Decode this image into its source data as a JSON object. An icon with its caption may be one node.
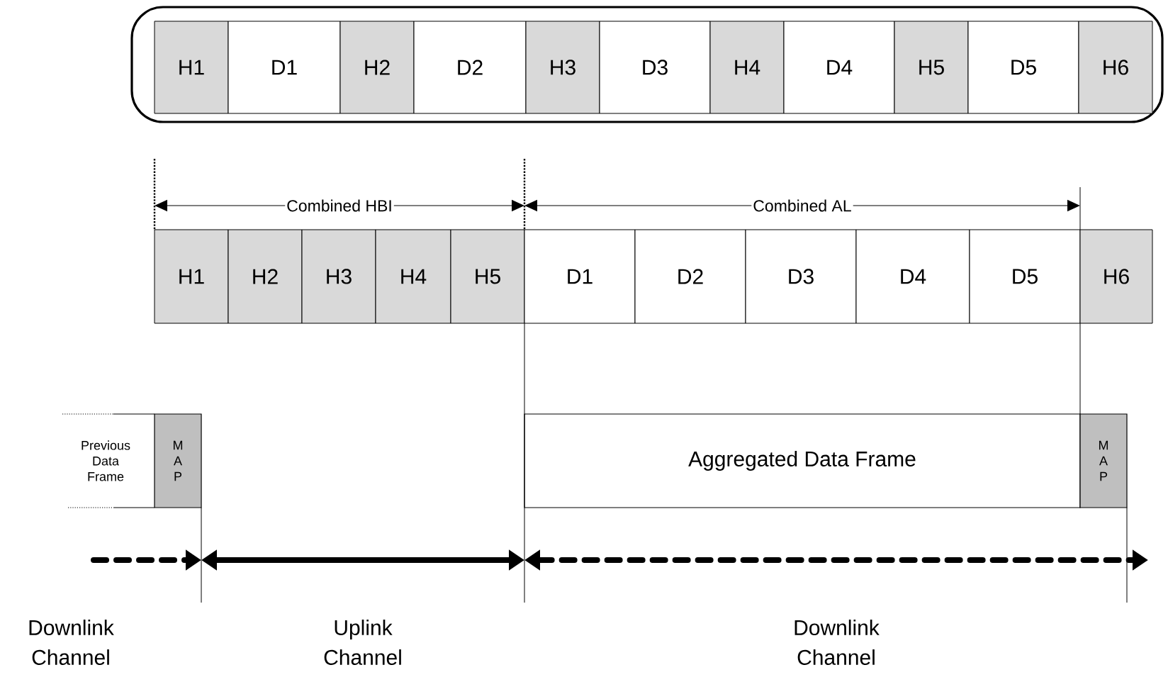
{
  "diagram": {
    "nodes": [
      {
        "text": [],
        "shape": "box"
      },
      {
        "text": [
          "H1"
        ],
        "in": 0
      },
      {
        "text": [
          "D1"
        ],
        "in": 0
      },
      {
        "text": [
          "H2"
        ],
        "in": 0
      },
      {
        "text": [
          "D2"
        ],
        "in": 0
      },
      {
        "text": [
          "H3"
        ],
        "in": 0
      },
      {
        "text": [
          "D3"
        ],
        "in": 0
      },
      {
        "text": [
          "H4"
        ],
        "in": 0
      },
      {
        "text": [
          "D4"
        ],
        "in": 0
      },
      {
        "text": [
          "H5"
        ],
        "in": 0
      },
      {
        "text": [
          "D5"
        ],
        "in": 0
      },
      {
        "text": [
          "H6"
        ],
        "in": 0
      },
      {
        "text": [
          "H1"
        ]
      },
      {
        "text": [
          "H2"
        ]
      },
      {
        "text": [
          "H3"
        ]
      },
      {
        "text": [
          "H4"
        ]
      },
      {
        "text": [
          "H5"
        ]
      },
      {
        "text": [
          "D1"
        ]
      },
      {
        "text": [
          "D2"
        ]
      },
      {
        "text": [
          "D3"
        ]
      },
      {
        "text": [
          "D4"
        ]
      },
      {
        "text": [
          "D5"
        ]
      },
      {
        "text": [
          "H6"
        ]
      },
      {
        "text": [
          "Previous Data Frame"
        ]
      },
      {
        "text": [
          "M A P"
        ]
      },
      {
        "text": [
          "Aggregated Data Frame"
        ]
      },
      {
        "text": [
          "M A P"
        ]
      }
    ],
    "labels": [
      "Combined HBI",
      "Combined AL",
      "Downlink Channel",
      "Uplink Channel",
      "Downlink Channel"
    ]
  }
}
